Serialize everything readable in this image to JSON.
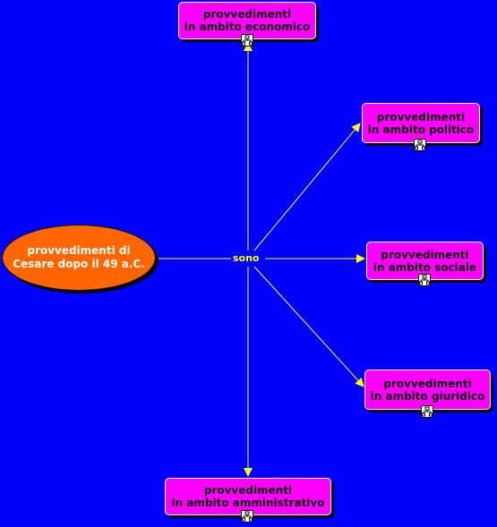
{
  "background_color": "#0000ff",
  "colors": {
    "concept_fill": "#ff00ff",
    "root_fill": "#ff6600",
    "connector": "#ffff00",
    "link_text": "#ffff00",
    "root_text": "#ffffff"
  },
  "root": {
    "line1": "provvedimenti di",
    "line2": "Cesare dopo il 49 a.C."
  },
  "link_label": "sono",
  "concepts": {
    "economico": {
      "line1": "provvedimenti",
      "line2": "in ambito economico",
      "icon": "submap-icon"
    },
    "politico": {
      "line1": "provvedimenti",
      "line2": "in ambito politico",
      "icon": "submap-icon"
    },
    "sociale": {
      "line1": "provvedimenti",
      "line2": "in ambito sociale",
      "icon": "submap-icon"
    },
    "giuridico": {
      "line1": "provvedimenti",
      "line2": "in ambito giuridico",
      "icon": "submap-icon"
    },
    "amministrativo": {
      "line1": "provvedimenti",
      "line2": "in ambito amministrativo",
      "icon": "submap-icon"
    }
  }
}
